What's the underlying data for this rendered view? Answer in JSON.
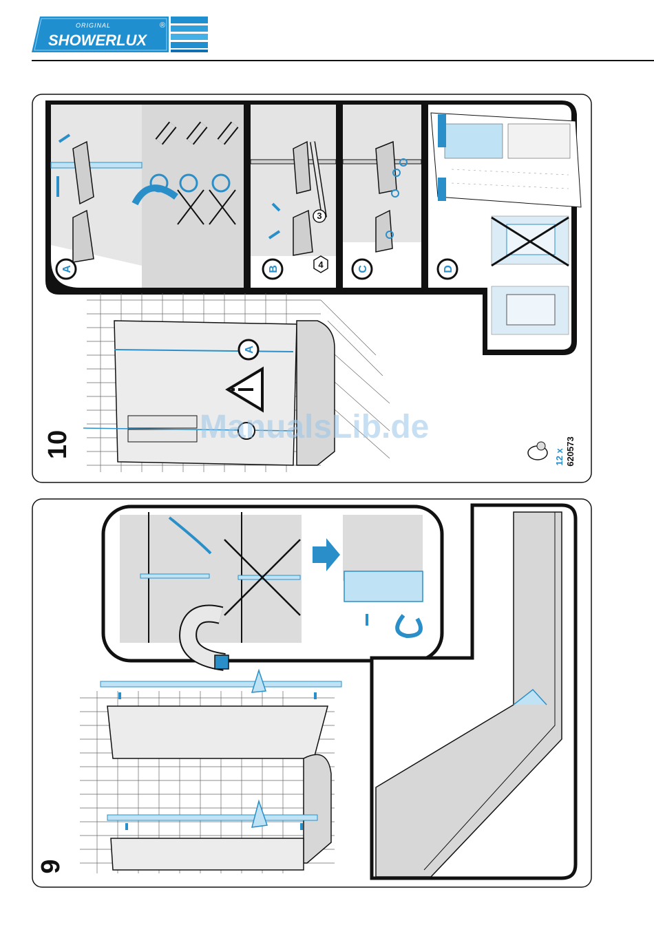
{
  "header": {
    "logo_original": "ORIGINAL",
    "logo_brand": "SHOWERLUX",
    "logo_registered": "®"
  },
  "step10": {
    "number": "10",
    "panels": [
      {
        "letter": "A"
      },
      {
        "letter": "B"
      },
      {
        "letter": "C"
      },
      {
        "letter": "D"
      }
    ],
    "callout_letter": "A",
    "screwdriver_marks": [
      "3",
      "4"
    ],
    "part_count": "12 x",
    "part_number": "620573"
  },
  "step9": {
    "number": "9"
  },
  "watermark": "ManualsLib.de",
  "colors": {
    "accent_blue": "#2a8fc8",
    "light_blue": "#bfe3f5",
    "logo_blue": "#1f8fd0",
    "line_dark": "#111111"
  }
}
